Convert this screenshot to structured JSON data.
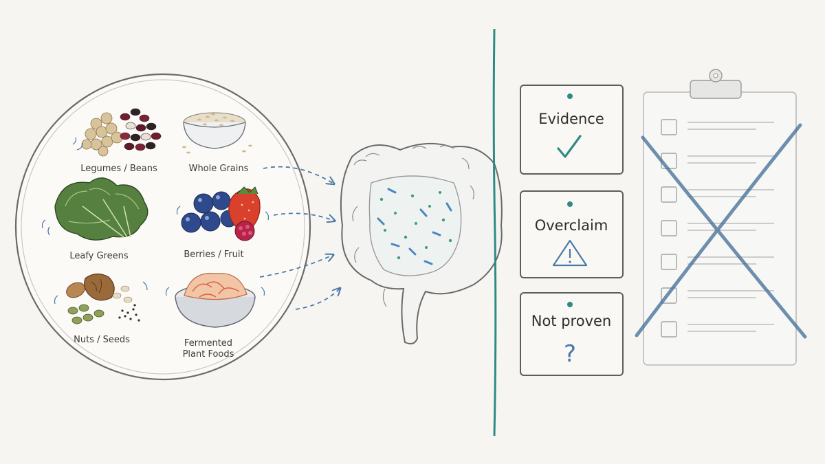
{
  "colors": {
    "background": "#f6f5f1",
    "teal": "#2f8a86",
    "arrow_blue": "#4a78a8",
    "cross_blue": "#3f6d96",
    "warning_blue": "#4a78a8",
    "question_blue": "#4a78a8"
  },
  "foods": [
    {
      "label": "Legumes / Beans",
      "icon": "beans-icon"
    },
    {
      "label": "Whole Grains",
      "icon": "grain-bowl-icon"
    },
    {
      "label": "Leafy Greens",
      "icon": "kale-icon"
    },
    {
      "label": "Berries / Fruit",
      "icon": "berries-icon"
    },
    {
      "label": "Nuts / Seeds",
      "icon": "nuts-seeds-icon"
    },
    {
      "label": "Fermented",
      "label_line2": "Plant Foods",
      "icon": "fermented-bowl-icon"
    }
  ],
  "cards": [
    {
      "label": "Evidence",
      "icon": "checkmark-icon"
    },
    {
      "label": "Overclaim",
      "icon": "warning-icon"
    },
    {
      "label": "Not proven",
      "icon": "question-mark-icon"
    }
  ],
  "clipboard": {
    "icon": "clipboard-icon",
    "rows": 7,
    "crossed_out": true
  }
}
